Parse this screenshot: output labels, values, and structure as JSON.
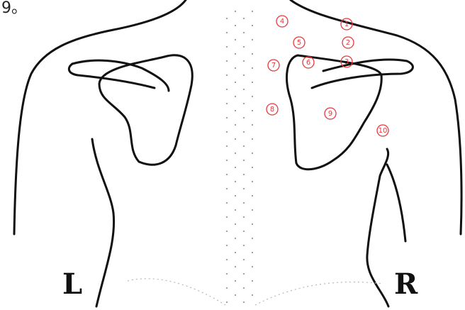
{
  "figure_number": "9。",
  "side_labels": {
    "left": "L",
    "right": "R"
  },
  "colors": {
    "outline": "#111111",
    "marker": "#e8383d",
    "dots": "#9a9a9a"
  },
  "markers": [
    {
      "label": "1",
      "glyph": "①"
    },
    {
      "label": "2",
      "glyph": "②"
    },
    {
      "label": "3",
      "glyph": "③"
    },
    {
      "label": "4",
      "glyph": "④"
    },
    {
      "label": "5",
      "glyph": "⑤"
    },
    {
      "label": "6",
      "glyph": "⑥"
    },
    {
      "label": "7",
      "glyph": "⑦"
    },
    {
      "label": "8",
      "glyph": "⑧"
    },
    {
      "label": "9",
      "glyph": "⑨"
    },
    {
      "label": "10",
      "glyph": "⑩"
    }
  ]
}
